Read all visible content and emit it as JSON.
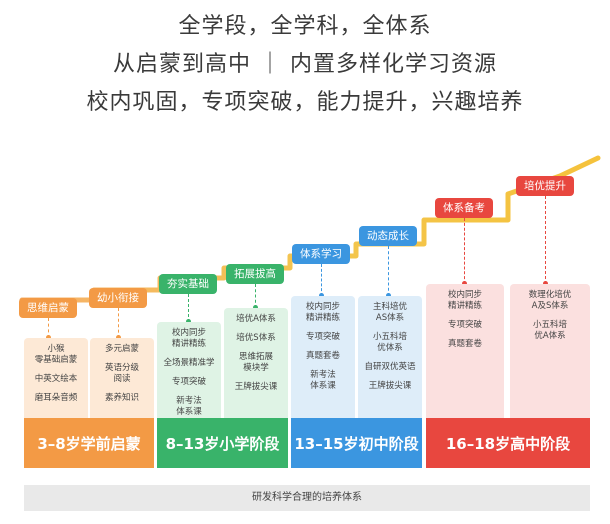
{
  "headlines": [
    "全学段，全学科，全体系",
    "从启蒙到高中 ｜ 内置多样化学习资源",
    "校内巩固，专项突破，能力提升，兴趣培养"
  ],
  "colors": {
    "orange": "#f39a45",
    "orange_light": "#fde9d6",
    "green": "#39b36a",
    "green_light": "#dff3e5",
    "blue": "#3b96e0",
    "blue_light": "#deedf9",
    "red": "#e8473f",
    "red_light": "#fbe0df"
  },
  "stages": [
    {
      "label": "思维启蒙",
      "color": "orange"
    },
    {
      "label": "幼小衔接",
      "color": "orange"
    },
    {
      "label": "夯实基础",
      "color": "green"
    },
    {
      "label": "拓展拔高",
      "color": "green"
    },
    {
      "label": "体系学习",
      "color": "blue"
    },
    {
      "label": "动态成长",
      "color": "blue"
    },
    {
      "label": "体系备考",
      "color": "red"
    },
    {
      "label": "培优提升",
      "color": "red"
    }
  ],
  "cards": [
    {
      "items": [
        "小猴\n零基础启蒙",
        "中英文绘本",
        "磨耳朵音频"
      ]
    },
    {
      "items": [
        "多元启蒙",
        "英语分级\n阅读",
        "素养知识"
      ]
    },
    {
      "items": [
        "校内同步\n精讲精练",
        "全场景精准学",
        "专项突破",
        "新考法\n体系课"
      ]
    },
    {
      "items": [
        "培优A体系",
        "培优S体系",
        "思维拓展\n模块学",
        "王牌拔尖课"
      ]
    },
    {
      "items": [
        "校内同步\n精讲精练",
        "专项突破",
        "真题套卷",
        "新考法\n体系课"
      ]
    },
    {
      "items": [
        "主科培优\nAS体系",
        "小五科培\n优体系",
        "自研双优英语",
        "王牌拔尖课"
      ]
    },
    {
      "items": [
        "校内同步\n精讲精练",
        "专项突破",
        "真题套卷"
      ]
    },
    {
      "items": [
        "数理化培优\nA及S体系",
        "小五科培\n优A体系"
      ]
    }
  ],
  "bands": [
    {
      "label": "3–8岁学前启蒙",
      "color": "orange"
    },
    {
      "label": "8–13岁小学阶段",
      "color": "green"
    },
    {
      "label": "13–15岁初中阶段",
      "color": "blue"
    },
    {
      "label": "16–18岁高中阶段",
      "color": "red"
    }
  ],
  "footer": "研发科学合理的培养体系"
}
